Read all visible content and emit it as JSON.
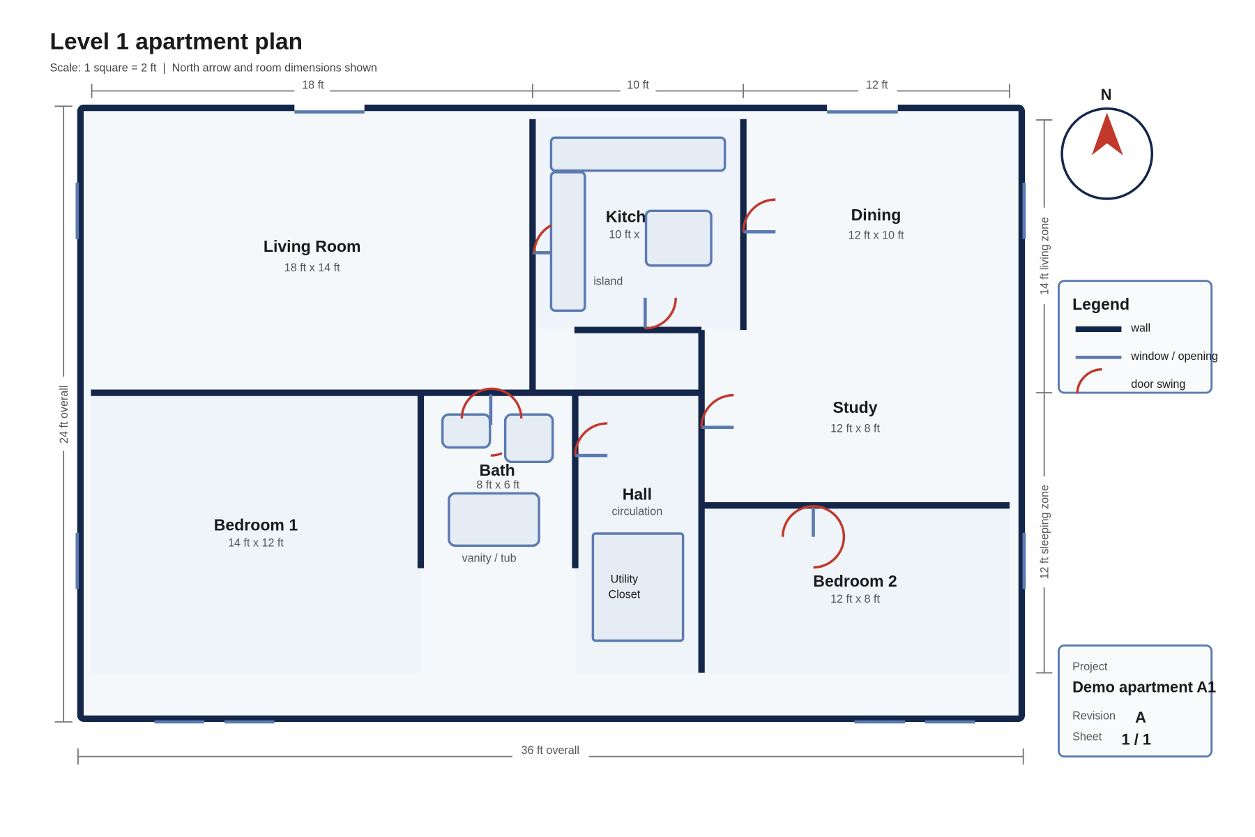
{
  "header": {
    "title": "Level 1 apartment plan",
    "subtitle": "Scale: 1 square = 2 ft  |  North arrow and room dimensions shown"
  },
  "dimensions": {
    "top": [
      "18 ft",
      "10 ft",
      "12 ft"
    ],
    "left": "24 ft overall",
    "bottom": "36 ft overall",
    "right_upper": "14 ft living zone",
    "right_lower": "12 ft sleeping zone"
  },
  "rooms": {
    "living": {
      "name": "Living Room",
      "size": "18 ft x 14 ft"
    },
    "kitchen": {
      "name": "Kitch",
      "size": "10 ft x",
      "note": "island"
    },
    "dining": {
      "name": "Dining",
      "size": "12 ft x 10 ft"
    },
    "study": {
      "name": "Study",
      "size": "12 ft x 8 ft"
    },
    "bath": {
      "name": "Bath",
      "size": "8 ft x 6 ft",
      "note": "vanity / tub"
    },
    "hall": {
      "name": "Hall",
      "size": "circulation"
    },
    "utility": {
      "line1": "Utility",
      "line2": "Closet"
    },
    "bedroom1": {
      "name": "Bedroom 1",
      "size": "14 ft x 12 ft"
    },
    "bedroom2": {
      "name": "Bedroom 2",
      "size": "12 ft x 8 ft"
    }
  },
  "compass": {
    "label": "N"
  },
  "legend": {
    "title": "Legend",
    "items": [
      "wall",
      "window / opening",
      "door swing"
    ]
  },
  "title_block": {
    "project_label": "Project",
    "project": "Demo apartment A1",
    "revision_label": "Revision",
    "revision": "A",
    "sheet_label": "Sheet",
    "sheet": "1 / 1"
  },
  "colors": {
    "wall": "#14264a",
    "window": "#5b7bb0",
    "door": "#c0392b",
    "north_arrow": "#c0392b"
  }
}
